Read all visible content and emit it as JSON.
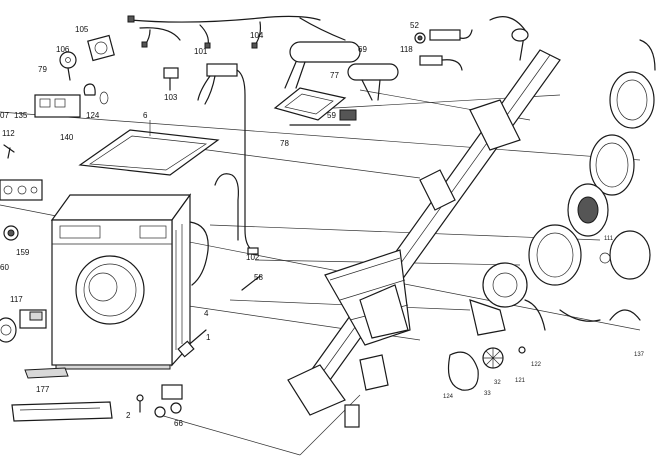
{
  "labels": {
    "l105": "105",
    "l106": "106",
    "l79": "79",
    "l135": "135",
    "l107": "07",
    "l140": "140",
    "l124": "124",
    "l112": "112",
    "l6": "6",
    "l101": "101",
    "l103": "103",
    "l104": "104",
    "l69": "69",
    "l77": "77",
    "l59": "59",
    "l78": "78",
    "l52": "52",
    "l118": "118",
    "l102": "102",
    "l58": "58",
    "l159": "159",
    "l160": "60",
    "l117": "117",
    "l4": "4",
    "l1": "1",
    "l177": "177",
    "l2": "2",
    "l66": "66",
    "l124b": "124",
    "l32": "32",
    "l33": "33",
    "l121": "121",
    "l122": "122",
    "l111": "111",
    "l137": "137"
  }
}
